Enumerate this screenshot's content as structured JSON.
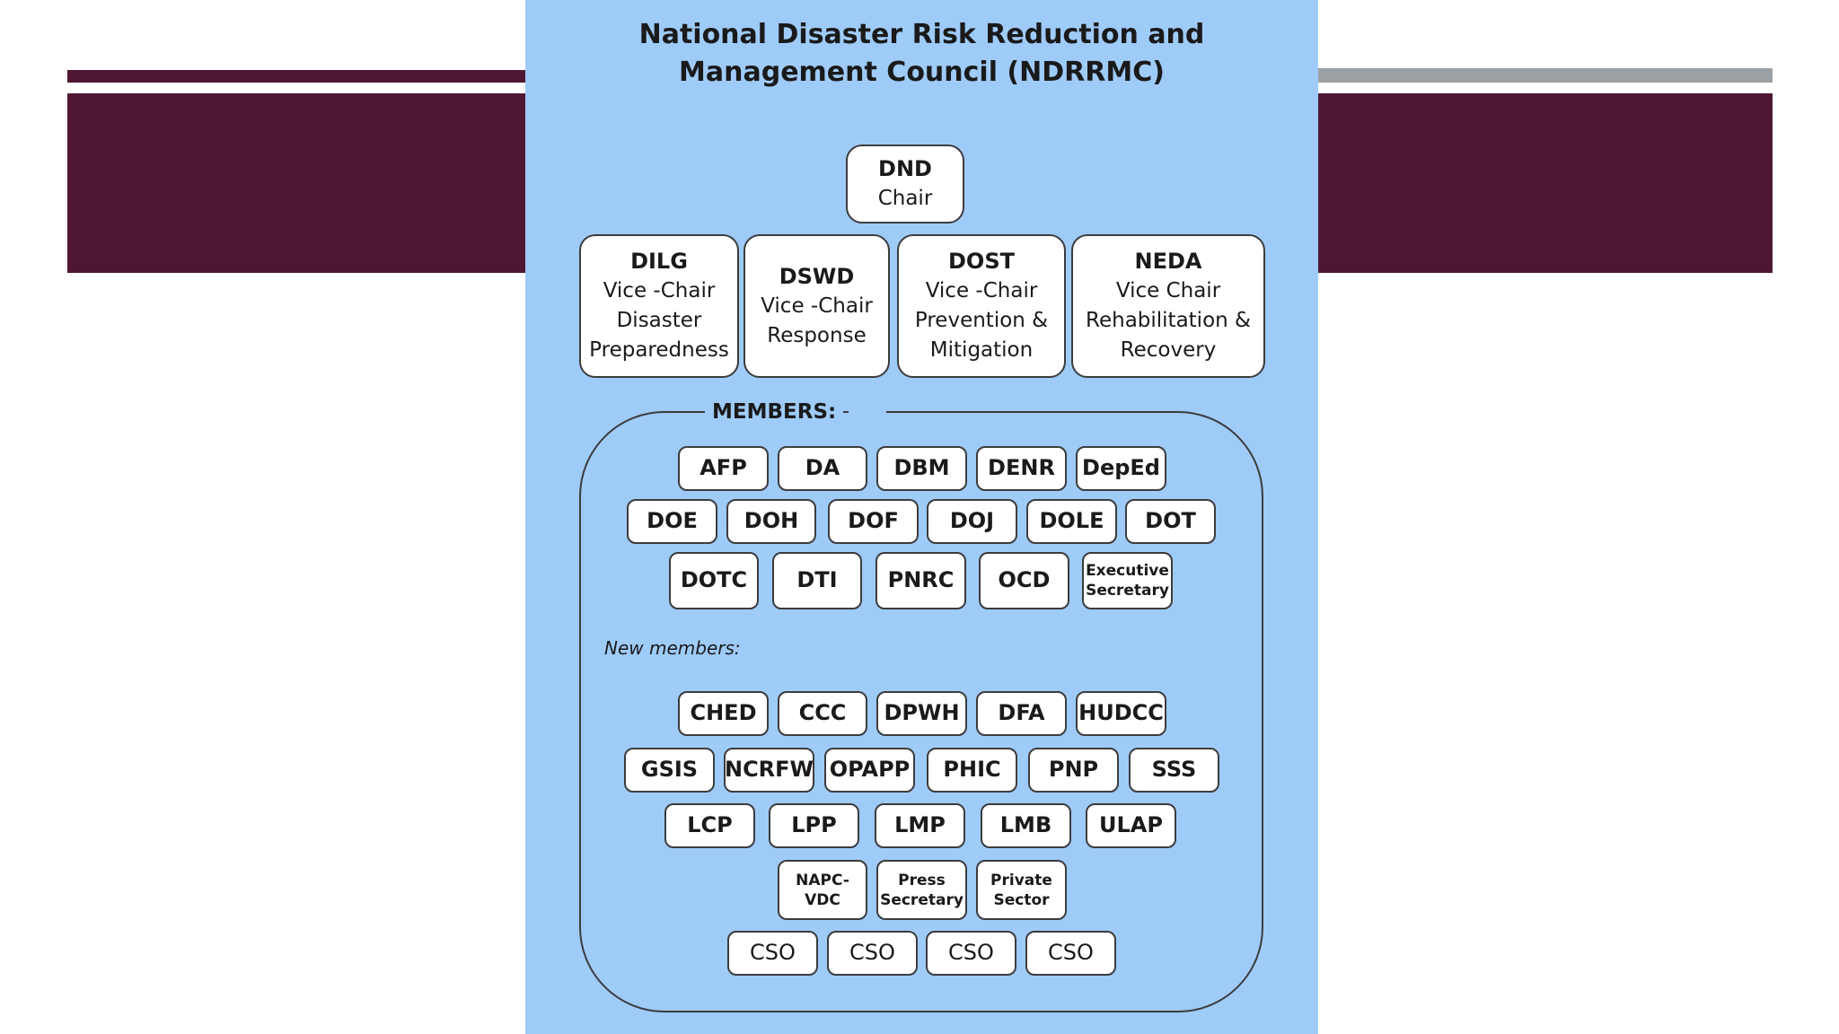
{
  "title": "National Disaster Risk Reduction and\nManagement Council (NDRRMC)",
  "chair": {
    "abbr": "DND",
    "role": "Chair"
  },
  "vice_chairs": [
    {
      "abbr": "DILG",
      "role": "Vice -Chair\nDisaster\nPreparedness"
    },
    {
      "abbr": "DSWD",
      "role": "Vice -Chair\nResponse"
    },
    {
      "abbr": "DOST",
      "role": "Vice -Chair\nPrevention &\nMitigation"
    },
    {
      "abbr": "NEDA",
      "role": "Vice Chair\nRehabilitation &\nRecovery"
    }
  ],
  "members_label": "MEMBERS:",
  "members": [
    "AFP",
    "DA",
    "DBM",
    "DENR",
    "DepEd",
    "DOE",
    "DOH",
    "DOF",
    "DOJ",
    "DOLE",
    "DOT",
    "DOTC",
    "DTI",
    "PNRC",
    "OCD",
    "Executive\nSecretary"
  ],
  "new_members_label": "New members:",
  "new_members": [
    "CHED",
    "CCC",
    "DPWH",
    "DFA",
    "HUDCC",
    "GSIS",
    "NCRFW",
    "OPAPP",
    "PHIC",
    "PNP",
    "SSS",
    "LCP",
    "LPP",
    "LMP",
    "LMB",
    "ULAP",
    "NAPC-\nVDC",
    "Press\nSecretary",
    "Private\nSector",
    "CSO",
    "CSO",
    "CSO",
    "CSO"
  ]
}
